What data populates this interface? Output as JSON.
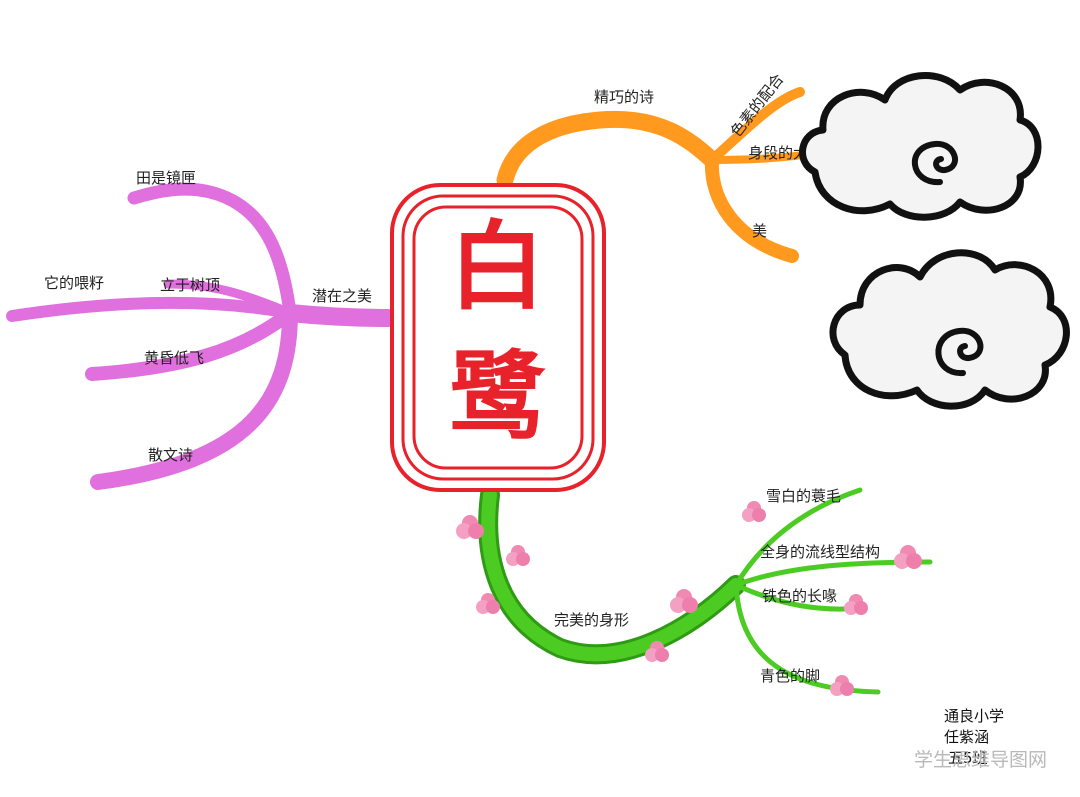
{
  "center": {
    "char1": "白",
    "char2": "鹭"
  },
  "branches": {
    "left": {
      "main": "潜在之美",
      "subs": [
        "田是镜匣",
        "它的喂籽",
        "立于树顶",
        "黄昏低飞",
        "散文诗"
      ]
    },
    "top_right": {
      "main": "精巧的诗",
      "subs": [
        "色素的配合",
        "身段的大小",
        "美"
      ]
    },
    "bottom_right": {
      "main": "完美的身形",
      "subs": [
        "雪白的蓑毛",
        "全身的流线型结构",
        "铁色的长喙",
        "青色的脚"
      ]
    }
  },
  "signature": [
    "通良小学",
    "任紫涵",
    "五5班"
  ],
  "watermark": "学生思维导图网",
  "colors": {
    "left": "#e070dd",
    "top_right": "#ff9a1f",
    "bottom_right": "#4ccc22",
    "frame": "#e8222a",
    "blossom": "#f08ab3"
  },
  "icons": [
    "cloud-icon",
    "cloud-icon",
    "blossom-icon"
  ]
}
